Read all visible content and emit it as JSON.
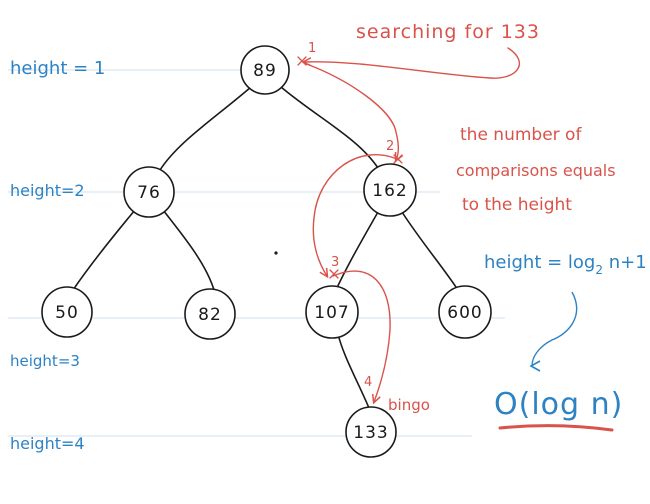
{
  "colors": {
    "ink": "#1a1a1a",
    "blue": "#2d82c4",
    "red": "#d9534a",
    "guide": "#cfe2f3",
    "node_fill": "#ffffff"
  },
  "heights": [
    "height = 1",
    "height=2",
    "height=3",
    "height=4"
  ],
  "nodes": [
    "89",
    "76",
    "162",
    "50",
    "82",
    "107",
    "600",
    "133"
  ],
  "search_note": "searching for 133",
  "steps": [
    "1",
    "2",
    "3",
    "4"
  ],
  "bingo": "bingo",
  "comparison_note": [
    "the number of",
    "comparisons equals",
    "to the height"
  ],
  "formula": {
    "prefix": "height = log",
    "subscript": "2",
    "suffix": " n+1"
  },
  "complexity": "O(log n)"
}
